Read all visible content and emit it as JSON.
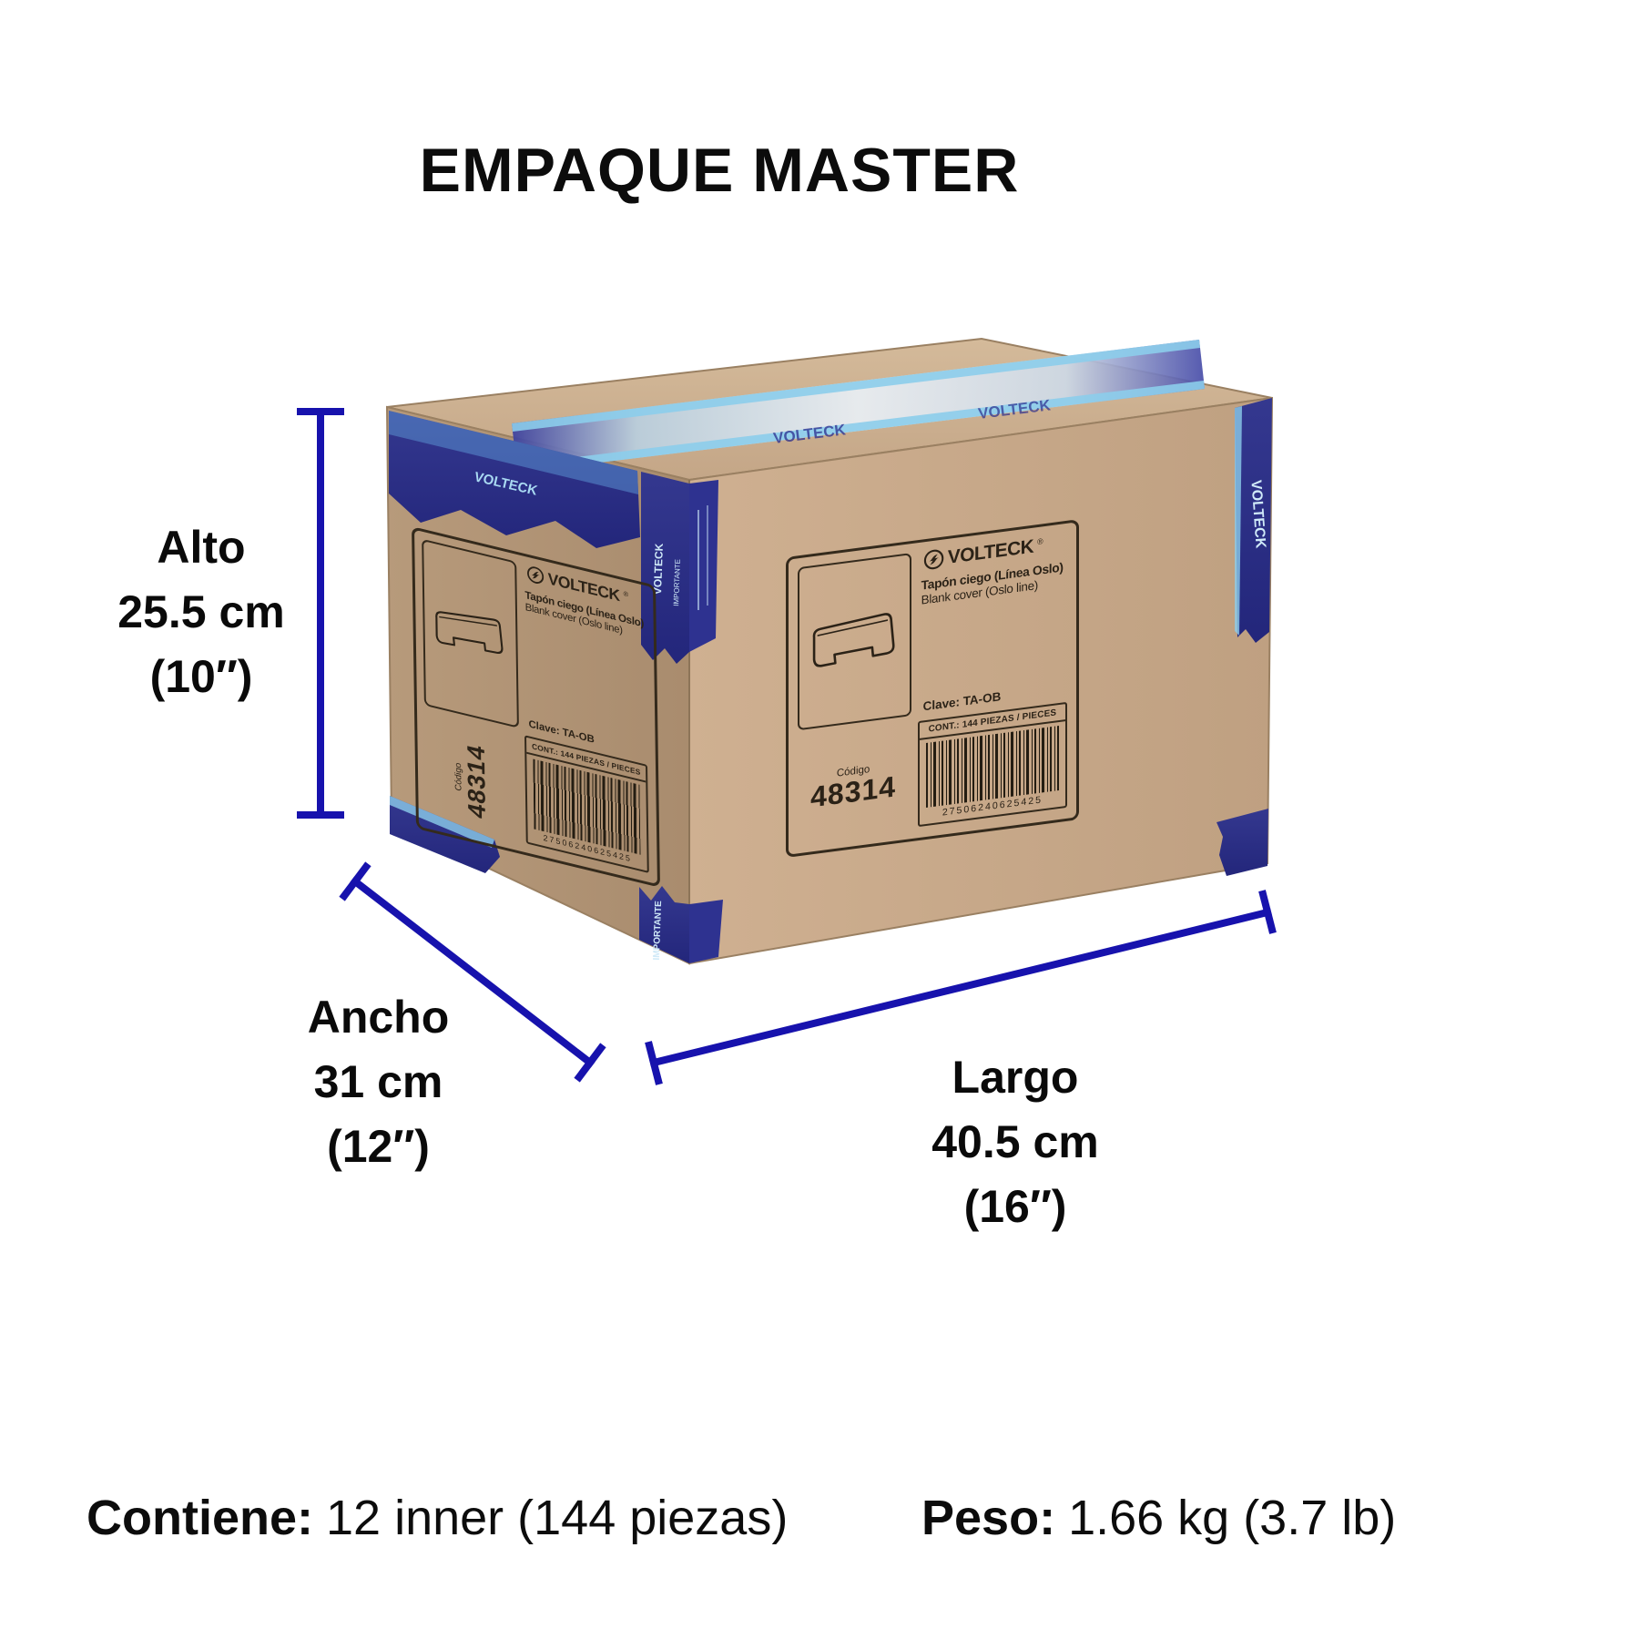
{
  "title": "EMPAQUE MASTER",
  "dimensions": {
    "alto": {
      "label": "Alto",
      "value": "25.5 cm",
      "inches": "(10″)"
    },
    "ancho": {
      "label": "Ancho",
      "value": "31 cm",
      "inches": "(12″)"
    },
    "largo": {
      "label": "Largo",
      "value": "40.5 cm",
      "inches": "(16″)"
    }
  },
  "footer": {
    "contiene_label": "Contiene:",
    "contiene_value": "12 inner (144 piezas)",
    "peso_label": "Peso:",
    "peso_value": "1.66 kg (3.7 lb)"
  },
  "box_label": {
    "brand": "VOLTECK",
    "registered": "®",
    "product_name_es": "Tapón ciego (Línea Oslo)",
    "product_name_en": "Blank cover (Oslo line)",
    "clave": "Clave: TA-OB",
    "content": "CONT.: 144 PIEZAS / PIECES",
    "barcode_number": "27506240625425",
    "codigo_label": "Código",
    "codigo_value": "48314"
  },
  "tape": {
    "brand": "VOLTECK",
    "importante": "IMPORTANTE"
  },
  "colors": {
    "dimension_line": "#1712ad",
    "cardboard_front": "#c8a98b",
    "cardboard_side": "#b2937a",
    "cardboard_top": "#cdb193",
    "tape_navy": "#2a2d8e",
    "tape_light_blue": "#8ccdeb",
    "label_ink": "#2b2217"
  }
}
